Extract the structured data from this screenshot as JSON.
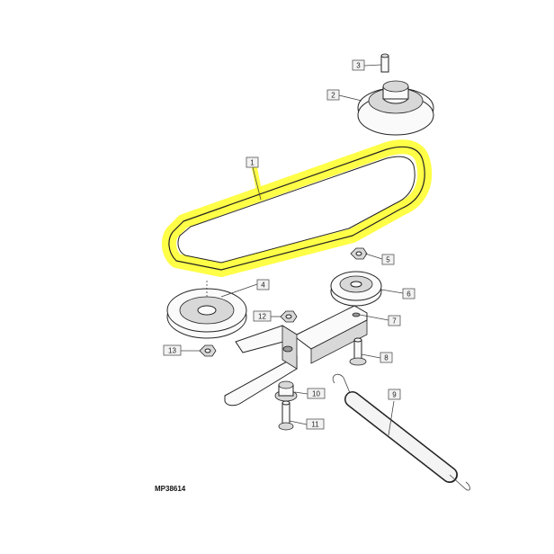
{
  "diagram": {
    "id_label": "MP38614",
    "highlight_color": "#ffff33",
    "callouts": [
      "1",
      "2",
      "3",
      "4",
      "5",
      "6",
      "7",
      "8",
      "9",
      "10",
      "11",
      "12",
      "13"
    ]
  }
}
